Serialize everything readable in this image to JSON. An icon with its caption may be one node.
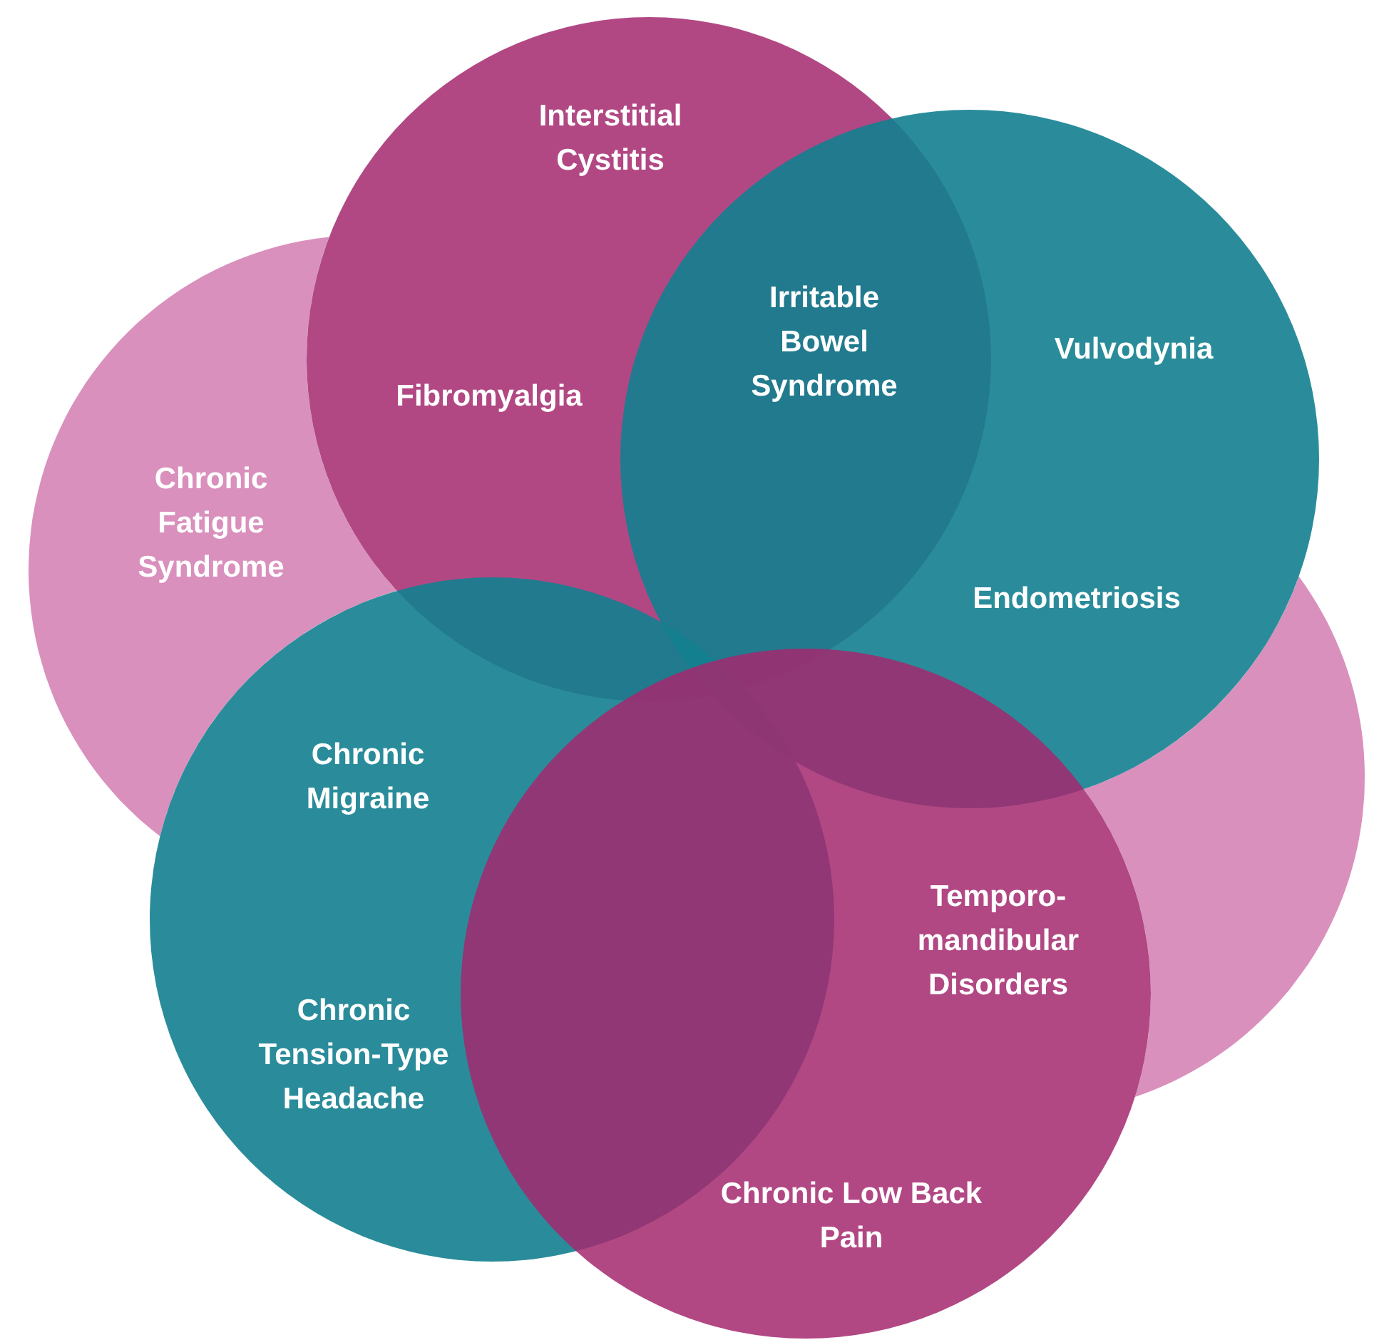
{
  "diagram": {
    "nodes": [
      {
        "text": [
          "Interstitial Cystitis"
        ]
      },
      {
        "text": [
          "Vulvodynia"
        ]
      },
      {
        "text": [
          "Chronic Fatigue Syndrome"
        ]
      },
      {
        "text": [],
        "shape": "circle"
      },
      {
        "text": [
          "Chronic Tension-Type Headache"
        ]
      },
      {
        "text": [
          "Chronic Low Back Pain"
        ]
      }
    ],
    "labels": [
      "Fibromyalgia",
      "Irritable Bowel Syndrome",
      "Endometriosis",
      "Chronic Migraine",
      "Temporo-mandibular Disorders"
    ]
  }
}
